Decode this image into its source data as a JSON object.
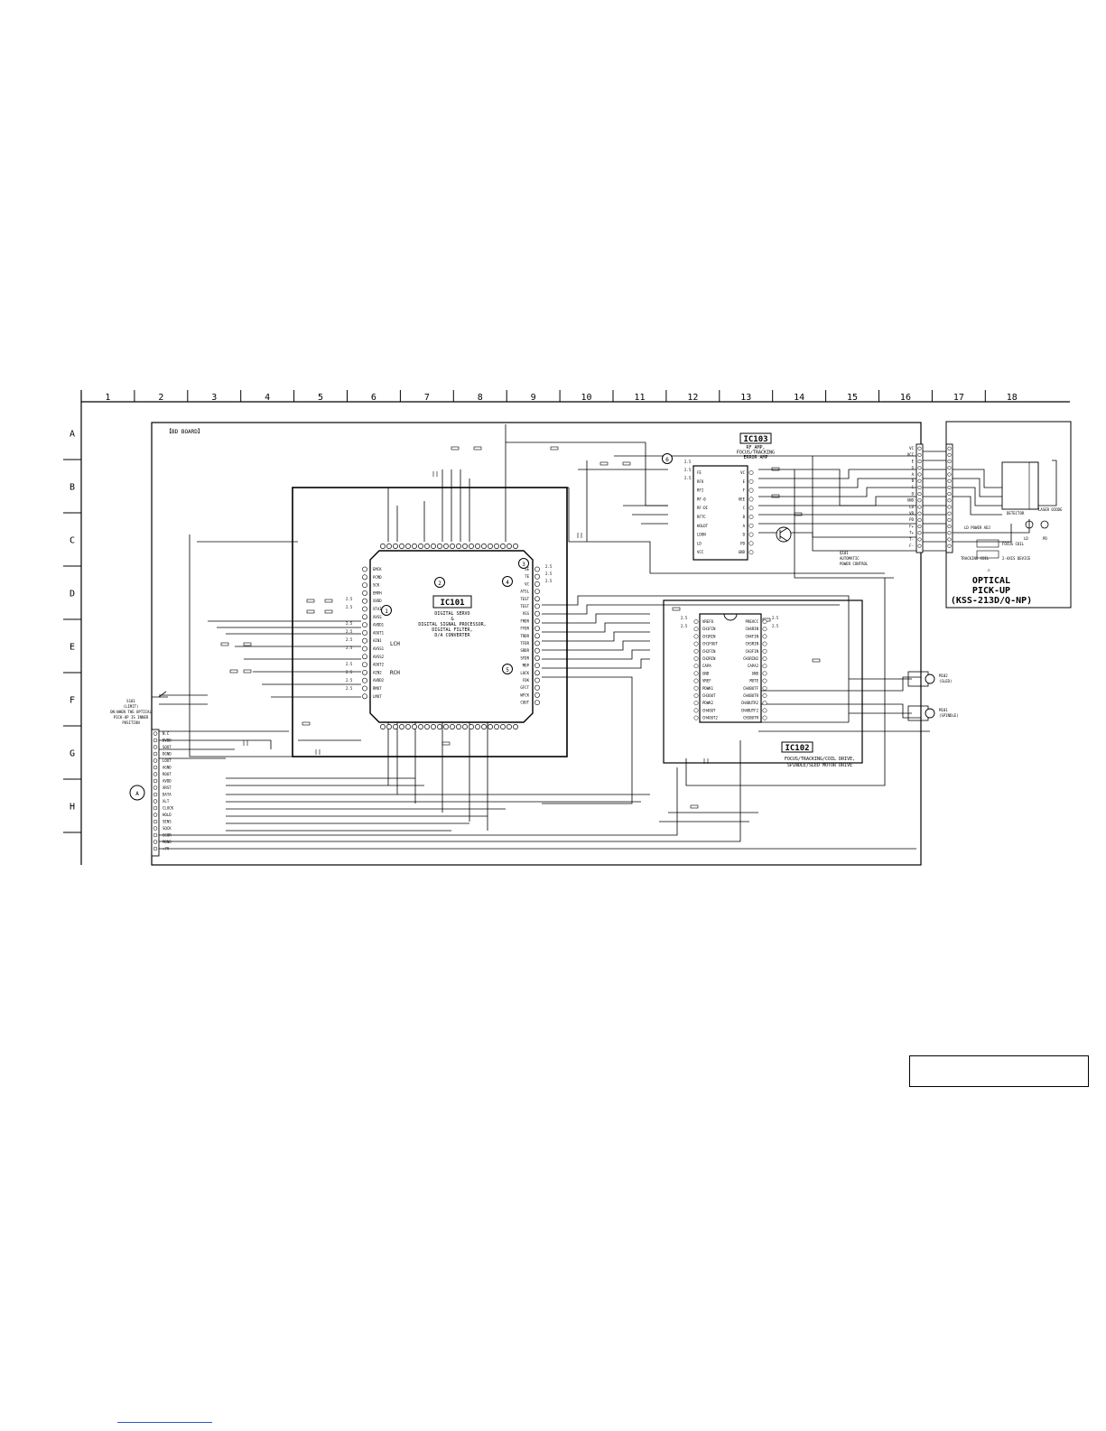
{
  "columns": [
    "1",
    "2",
    "3",
    "4",
    "5",
    "6",
    "7",
    "8",
    "9",
    "10",
    "11",
    "12",
    "13",
    "14",
    "15",
    "16",
    "17",
    "18"
  ],
  "rows": [
    "A",
    "B",
    "C",
    "D",
    "E",
    "F",
    "G",
    "H"
  ],
  "board_label": "【BD BOARD】",
  "ic101": {
    "name": "IC101",
    "desc": [
      "DIGITAL SERVO",
      "&",
      "DIGITAL SIGNAL PROCESSOR,",
      "DIGITAL FILTER,",
      "D/A CONVERTER"
    ],
    "left_pins": [
      "EMCK",
      "PCMD",
      "SCK",
      "EMPH",
      "XVDD",
      "XTAI",
      "XVSS",
      "AVDD1",
      "AOUT1",
      "AIN1",
      "AVSS1",
      "AVSS2",
      "AOUT2",
      "AIN2",
      "AVDD2",
      "RMUT",
      "LMUT"
    ],
    "right_pins": [
      "SE",
      "TE",
      "VC",
      "ATSL",
      "TEST",
      "TEST",
      "VSS",
      "FRDR",
      "FFDR",
      "TRDR",
      "TFDR",
      "SRDR",
      "SFDR",
      "MDP",
      "LOCK",
      "FOK",
      "GFCT",
      "WFCK",
      "COUT"
    ],
    "side_lch": "LCH",
    "side_rch": "RCH"
  },
  "ic102": {
    "name": "IC102",
    "desc": [
      "FOCUS/TRACKING/COIL DRIVE,",
      "SPINDLE/SLED MOTOR DRIVE"
    ],
    "left_pins": [
      "VREFO",
      "CH1FIN",
      "CH1RIN",
      "CH1FOUT",
      "CH2FIN",
      "CH2RIN",
      "CAPA",
      "GND",
      "VREF",
      "PDWK1",
      "CH3OUT",
      "PDWK2",
      "CH4OUT",
      "CH4OUT2"
    ],
    "right_pins": [
      "PREVCC",
      "CH4RIN",
      "CH4FIN",
      "CH3RIN",
      "CH3FIN",
      "CH3RIN2",
      "CAPA2",
      "GND",
      "MUTE",
      "CH4BUTF",
      "CH4BUTR",
      "CH4BUTR2",
      "CH4BUTF2",
      "CH3BUTR"
    ]
  },
  "ic103": {
    "name": "IC103",
    "desc": [
      "RF AMP,",
      "FOCUS/TRACKING",
      "ERROR AMP"
    ],
    "left_pins": [
      "FE",
      "RFO",
      "RFI",
      "RF-0",
      "RF-DI",
      "RFTC",
      "HOLDT",
      "LDON",
      "LD",
      "VCC"
    ],
    "right_pins": [
      "VC",
      "E",
      "F",
      "VEE",
      "C",
      "B",
      "A",
      "D",
      "PD",
      "GND"
    ]
  },
  "q101": {
    "name": "Q101",
    "desc": [
      "AUTOMATIC",
      "POWER CONTROL"
    ]
  },
  "connector_a": {
    "mark": "A",
    "pins": [
      "N.C",
      "DVDD",
      "SOUT",
      "DGND",
      "LOUT",
      "AGND",
      "ROUT",
      "AVDD",
      "XRST",
      "DATA",
      "XLT",
      "CLOCK",
      "HOLD",
      "SENS",
      "SQCK",
      "SCOR",
      "MONO",
      "+7V"
    ]
  },
  "s101": {
    "name": "S101",
    "desc": [
      "(LIMIT)",
      "ON:WHEN THE OPTICAL",
      "PICK-UP IS INNER",
      "POSITION"
    ]
  },
  "motors": [
    {
      "name": "M102",
      "desc": "(SLED)"
    },
    {
      "name": "M101",
      "desc": "(SPINDLE)"
    }
  ],
  "optical_pickup": {
    "warning": "⚠",
    "title1": "OPTICAL",
    "title2": "PICK-UP",
    "title3": "(KSS-213D/Q-NP)",
    "parts": [
      "DETECTOR",
      "LASER DIODE",
      "LD POWER ADJ",
      "FOCUS COIL",
      "TRACKING COIL",
      "2-AXIS DEVICE"
    ],
    "ld_label": "LD",
    "pd_label": "PD"
  },
  "connector_cn": {
    "pins": [
      "VC",
      "VCC",
      "E",
      "G",
      "A",
      "B",
      "C",
      "D",
      "GND",
      "LD",
      "VR",
      "PD",
      "F+",
      "T+",
      "T-",
      "F-"
    ]
  },
  "markers": [
    "1",
    "2",
    "3",
    "4",
    "5",
    "6"
  ],
  "voltages": [
    "2.5",
    "2.5",
    "2.5",
    "2.5",
    "2.5",
    "2.5",
    "2.5",
    "2.5",
    "2.5",
    "2.5",
    "2.5",
    "2.5",
    "2.5",
    "2.5",
    "2.5",
    "2.5",
    "2.5",
    "2.5",
    "2.5",
    "2.5"
  ],
  "colors": {
    "line": "#000000",
    "background": "#ffffff"
  }
}
